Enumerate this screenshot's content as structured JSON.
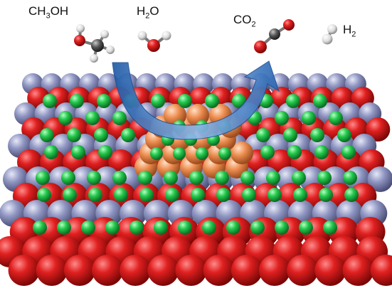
{
  "labels": {
    "methanol": {
      "main": "CH",
      "sub": "3",
      "tail": "OH"
    },
    "water": {
      "main": "H",
      "sub": "2",
      "tail": "O"
    },
    "co2": {
      "main": "CO",
      "sub": "2",
      "tail": ""
    },
    "hydrogen": {
      "main": "H",
      "sub": "2",
      "tail": ""
    }
  },
  "colors": {
    "oxygen": "#d81a1a",
    "metal": "#8f95c0",
    "nitrogen_green": "#22c44a",
    "copper": "#e88a4e",
    "carbon": "#4a4a4a",
    "hydrogen_atom": "#f2f2f2",
    "arrow": "#2f6fb8"
  }
}
